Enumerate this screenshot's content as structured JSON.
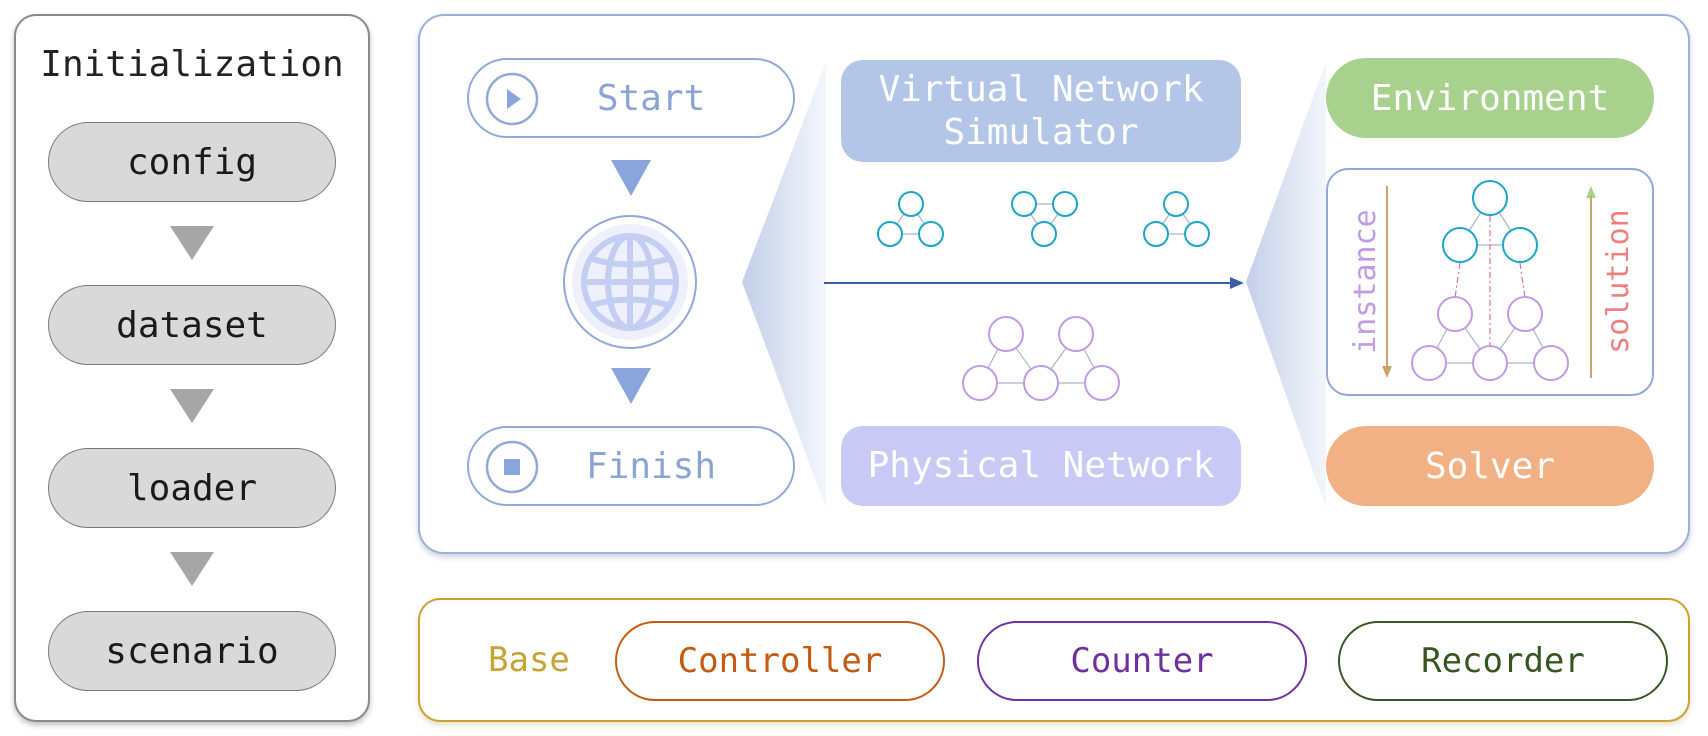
{
  "initialization": {
    "title": "Initialization",
    "steps": [
      "config",
      "dataset",
      "loader",
      "scenario"
    ]
  },
  "flow": {
    "start_label": "Start",
    "finish_label": "Finish"
  },
  "simulator": {
    "virtual_network_label": "Virtual Network Simulator",
    "physical_network_label": "Physical Network"
  },
  "solver_side": {
    "environment_label": "Environment",
    "solver_label": "Solver",
    "instance_label": "instance",
    "solution_label": "solution"
  },
  "base": {
    "label": "Base",
    "controller_label": "Controller",
    "counter_label": "Counter",
    "recorder_label": "Recorder"
  },
  "colors": {
    "virtual_node": "#1aa6c8",
    "physical_node": "#c09ae6",
    "environment": "#a8d18d",
    "solver": "#f2b184",
    "virtual_block": "#b4c6e7",
    "physical_block": "#c9c9f5",
    "controller": "#c55a11",
    "counter": "#7030a0",
    "recorder": "#375623",
    "base": "#c8a232"
  }
}
